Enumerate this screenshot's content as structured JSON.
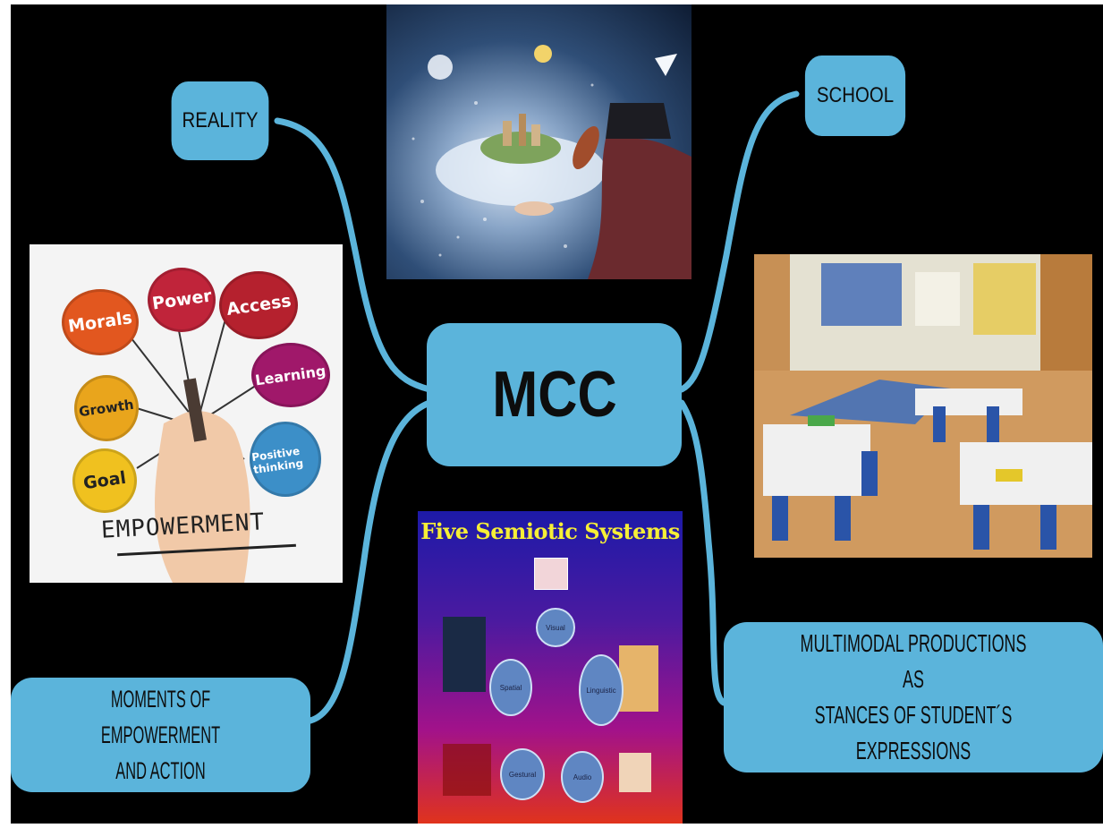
{
  "center": {
    "label": "MCC"
  },
  "nodes": {
    "reality": "REALITY",
    "school": "SCHOOL",
    "moments": [
      "MOMENTS OF EMPOWERMENT",
      "AND ACTION"
    ],
    "multimodal": [
      "MULTIMODAL PRODUCTIONS AS",
      "STANCES OF STUDENT´S EXPRESSIONS"
    ]
  },
  "empowerment_image": {
    "word": "EMPOWERMENT",
    "bubbles": [
      "Morals",
      "Power",
      "Access",
      "Learning",
      "Growth",
      "Positive thinking",
      "Goal"
    ]
  },
  "semiotic_image": {
    "title": "Five Semiotic Systems",
    "circles": [
      "Visual",
      "Spatial",
      "Linguistic",
      "Gestural",
      "Audio"
    ]
  },
  "colors": {
    "background": "#000000",
    "node_fill": "#5bb4db",
    "connector": "#5bb4db",
    "title_yellow": "#f6ef36"
  }
}
